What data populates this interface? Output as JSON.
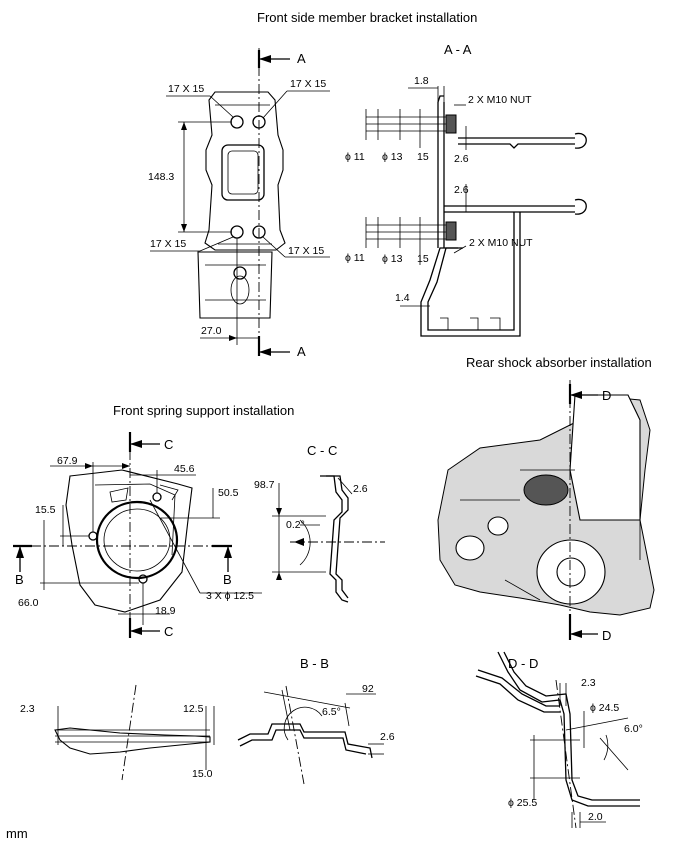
{
  "titles": {
    "bracket": "Front side member bracket installation",
    "rear_shock": "Rear shock absorber installation",
    "spring": "Front spring support installation"
  },
  "sections": {
    "a_top": "A",
    "a_bottom": "A",
    "aa": "A - A",
    "c_top": "C",
    "c_bottom": "C",
    "cc": "C - C",
    "b_left": "B",
    "b_right": "B",
    "bb": "B - B",
    "d_top": "D",
    "d_bottom": "D",
    "dd": "D - D"
  },
  "bracket": {
    "hole_tl": "17 X 15",
    "hole_tr": "17 X 15",
    "hole_bl": "17 X 15",
    "hole_br": "17 X 15",
    "height": "148.3",
    "offset": "27.0"
  },
  "aa_view": {
    "d1": "1.8",
    "nut_top": "2 X M10 NUT",
    "phi11_top": "ϕ 11",
    "phi13_top": "ϕ 13",
    "d15_top": "15",
    "gap_top": "2.6",
    "gap_mid": "2.6",
    "phi11_bot": "ϕ 11",
    "phi13_bot": "ϕ 13",
    "d15_bot": "15",
    "nut_bot": "2 X M10 NUT",
    "d14": "1.4"
  },
  "spring": {
    "d679": "67.9",
    "d456": "45.6",
    "d505": "50.5",
    "d155": "15.5",
    "d660": "66.0",
    "d189": "18.9",
    "holes": "3 X ϕ 12.5"
  },
  "cc_view": {
    "d987": "98.7",
    "d26": "2.6",
    "angle": "0.2°"
  },
  "bb_view": {
    "d23": "2.3",
    "d125": "12.5",
    "d150": "15.0",
    "d92": "92",
    "angle": "6.5°",
    "d26": "2.6"
  },
  "dd_view": {
    "d23": "2.3",
    "phi245": "ϕ 24.5",
    "angle": "6.0°",
    "phi255": "ϕ 25.5",
    "d20": "2.0"
  },
  "unit": "mm"
}
